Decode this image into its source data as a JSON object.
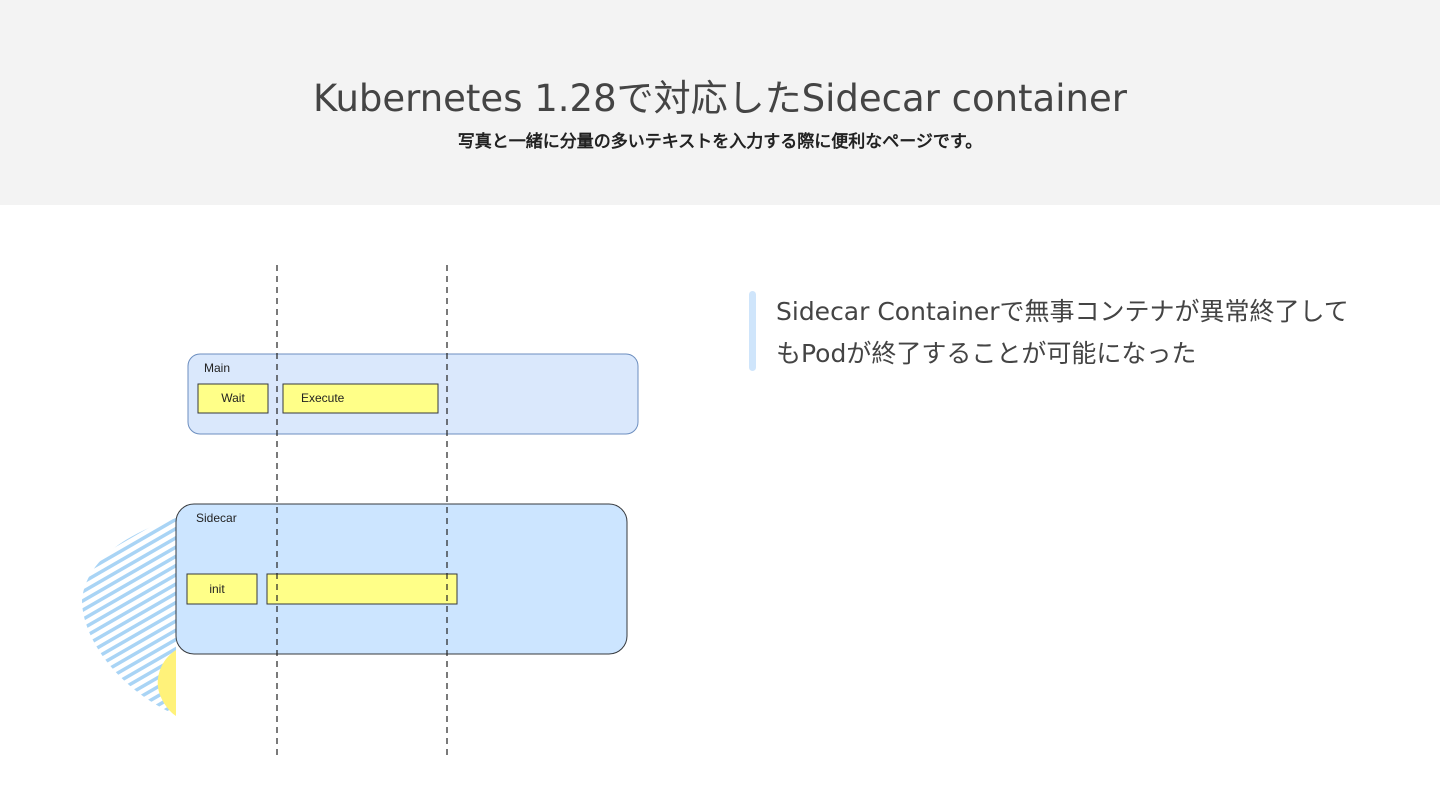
{
  "header": {
    "title": "Kubernetes 1.28で対応したSidecar container",
    "subtitle": "写真と一緒に分量の多いテキストを入力する際に便利なページです。"
  },
  "diagram": {
    "main": {
      "label": "Main",
      "steps": [
        "Wait",
        "Execute"
      ]
    },
    "sidecar": {
      "label": "Sidecar",
      "steps": [
        "init",
        ""
      ]
    }
  },
  "note": {
    "text": "Sidecar Containerで無事コンテナが異常終了してもPodが終了することが可能になった"
  },
  "colors": {
    "header_bg": "#f3f3f3",
    "main_box": "#dae8fc",
    "sidecar_box": "#cce5ff",
    "step_fill": "#ffff88",
    "accent_bar": "#cfe5fb",
    "stripe": "#a9d4f5",
    "yellow_shape": "#fff27a"
  }
}
